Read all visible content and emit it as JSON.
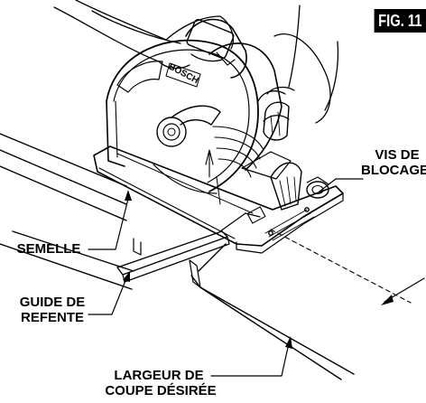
{
  "figure": {
    "label": "FIG. 11",
    "brand": "BOSCH"
  },
  "labels": {
    "vis_line1": "VIS DE",
    "vis_line2": "BLOCAGE",
    "semelle": "SEMELLE",
    "guide_line1": "GUIDE DE",
    "guide_line2": "REFENTE",
    "largeur_line1": "LARGEUR DE",
    "largeur_line2": "COUPE DÉSIRÉE"
  },
  "colors": {
    "ink": "#000000",
    "paper": "#ffffff"
  }
}
